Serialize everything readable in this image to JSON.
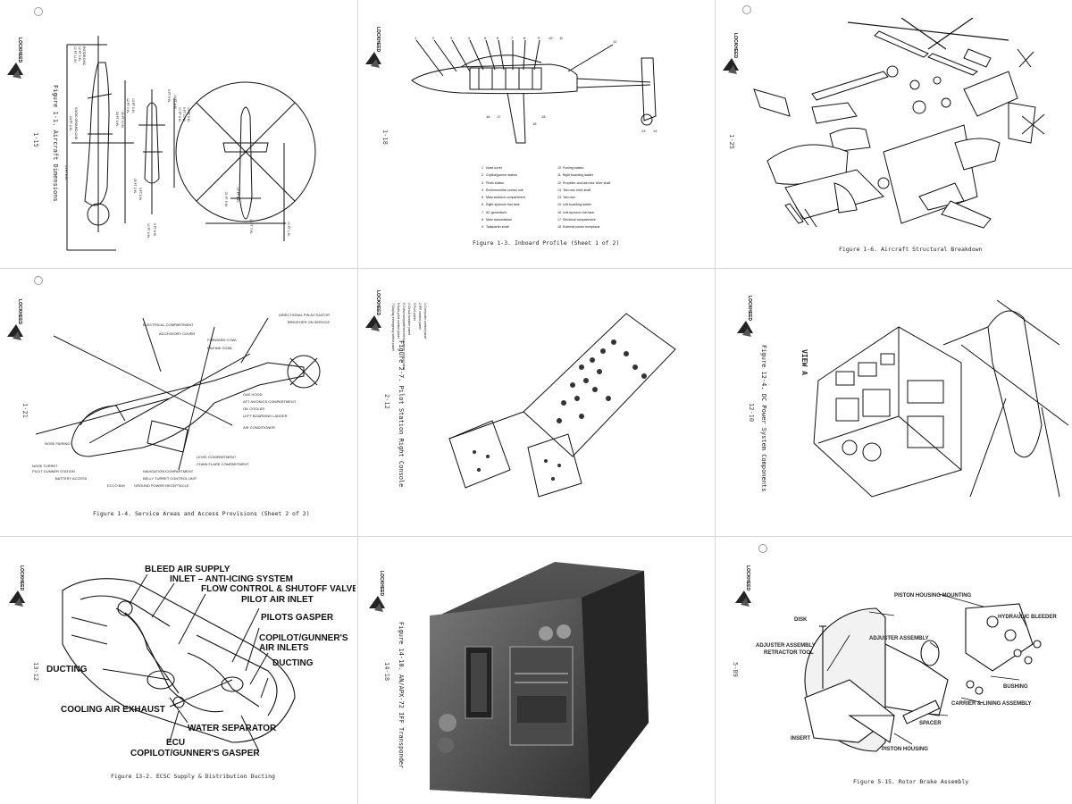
{
  "logo_text": "LOCKHEED",
  "pages": [
    {
      "figure": "Figure 1-1.  Aircraft Dimensions",
      "page_number": "1-15",
      "dimensions": [
        "10 FT 11 IN.",
        "12 FT 5 IN.",
        "ROTOR DISC",
        "12 FT 0 IN.",
        "13 FT 5 IN.",
        "5 FT 9 IN.",
        "14 FT 4 IN.",
        "17 FT 6 IN.",
        "5 FT 10 IN.",
        "13 FT 9 IN.",
        "54 FT 8 IN.",
        "26 FT 10 IN.",
        "24 FT 4 IN.",
        "STATIC GROUND LINE",
        "15 FT 3 IN.",
        "25 FT 3 IN.",
        "5 FT 6 IN.",
        "10 FT 4 IN.",
        "9 FT 8 IN.",
        "17 FT 8 IN.",
        "21 FT 5 IN.",
        "12 FT 7 IN.",
        "10 FT 1 IN."
      ]
    },
    {
      "figure": "Figure 1-3.  Inboard Profile (Sheet 1 of 2)",
      "page_number": "1-18",
      "callout_numbers": [
        "1",
        "2",
        "3",
        "4",
        "5",
        "6",
        "7",
        "8",
        "9",
        "10",
        "11",
        "12",
        "13",
        "14",
        "15",
        "16",
        "17",
        "18"
      ],
      "legend_left": [
        {
          "n": "1",
          "text": "Nose turret"
        },
        {
          "n": "2",
          "text": "Copilot/gunner station"
        },
        {
          "n": "3",
          "text": "Pilots station"
        },
        {
          "n": "4",
          "text": "Environmental control unit"
        },
        {
          "n": "5",
          "text": "Main avionics compartment"
        },
        {
          "n": "6",
          "text": "Right sponson fuel tank"
        },
        {
          "n": "7",
          "text": "AC generators"
        },
        {
          "n": "8",
          "text": "Main transmission"
        },
        {
          "n": "9",
          "text": "Tailquarter shaft"
        }
      ],
      "legend_right": [
        {
          "n": "10",
          "text": "Fueling station"
        },
        {
          "n": "11",
          "text": "Right boarding ladder"
        },
        {
          "n": "12",
          "text": "Propeller-and-tail rotor drive shaft"
        },
        {
          "n": "13",
          "text": "Tail rotor drive shaft"
        },
        {
          "n": "14",
          "text": "Tail rotor"
        },
        {
          "n": "15",
          "text": "Left boarding ladder"
        },
        {
          "n": "16",
          "text": "Left sponson fuel tank"
        },
        {
          "n": "17",
          "text": "Electrical compartment"
        },
        {
          "n": "18",
          "text": "External power receptacle"
        }
      ]
    },
    {
      "figure": "Figure 1-6.  Aircraft Structural Breakdown",
      "page_number": "1-25"
    },
    {
      "figure": "Figure 1-4.  Service Areas and Access Provisions (Sheet 2 of 2)",
      "page_number": "1-21",
      "callouts": [
        "ELECTRICAL COMPARTMENT",
        "ACCESSORY COVER",
        "FORWARD COWL",
        "ENGINE COWL",
        "DIRECTIONAL PIN ACTUATOR",
        "BREATHER ON SERVICE",
        "GAS HOOD",
        "AFT AVIONICS COMPARTMENT",
        "OIL COOLER",
        "LEFT BOARDING LADDER",
        "AIR CONDITIONER",
        "LEVEL COMPARTMENT",
        "CHAIN FLARE COMPARTMENT",
        "NAVIGATION COMPARTMENT",
        "BELLY TURRET CONTROL UNIT",
        "GROUND POWER RECEPTACLE",
        "NOSE FAIRING",
        "NOSE TURRET",
        "PILOT GUNNER STATION",
        "BATTERY ACCESS",
        "ECCO BAY"
      ]
    },
    {
      "figure": "Figure 2-7.  Pilot Station Right Console",
      "page_number": "2-12",
      "legend": [
        "1  Computer control panel",
        "2  IFF control panel",
        "3  Fuel panel",
        "4  Circuit breaker panel",
        "5  Crew compartment temperature control panel",
        "6  Auto-pilot control panel",
        "7  Display emergency select panel"
      ]
    },
    {
      "figure": "Figure 12-4.  DC Power System Components",
      "page_number": "12-10",
      "view": "VIEW A"
    },
    {
      "figure": "Figure 13-2.  ECSC Supply & Distribution Ducting",
      "page_number": "13-12",
      "labels": [
        "BLEED AIR SUPPLY",
        "INLET – ANTI-ICING SYSTEM",
        "FLOW CONTROL & SHUTOFF VALVE",
        "PILOT AIR INLET",
        "PILOTS GASPER",
        "COPILOT/GUNNER'S",
        "AIR INLETS",
        "DUCTING",
        "DUCTING",
        "COOLING AIR EXHAUST",
        "WATER SEPARATOR",
        "ECU",
        "COPILOT/GUNNER'S GASPER"
      ]
    },
    {
      "figure": "Figure 14-10.  AN/APX-72 IFF Transponder",
      "page_number": "14-18"
    },
    {
      "figure": "Figure 5-15.  Rotor Brake Assembly",
      "page_number": "5-89",
      "labels": [
        "PISTON HOUSING MOUNTING",
        "DISK",
        "HYDRAULIC BLEEDER",
        "ADJUSTER ASSEMBLY",
        "ADJUSTER ASSEMBLY",
        "RETRACTOR TOOL",
        "BUSHING",
        "CARRIER & LINING ASSEMBLY",
        "SPACER",
        "INSERT",
        "PISTON HOUSING"
      ]
    }
  ]
}
